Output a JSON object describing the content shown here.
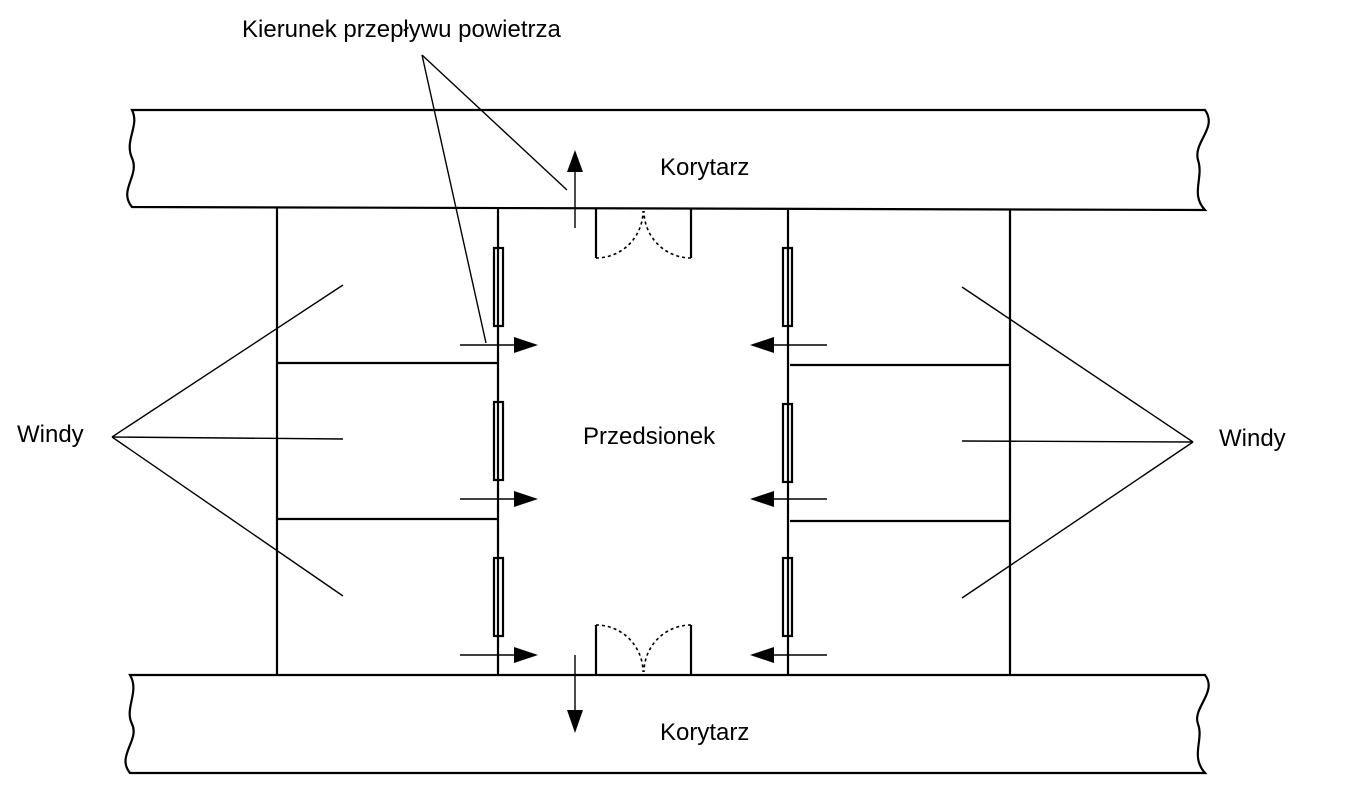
{
  "labels": {
    "airflow": "Kierunek przepływu powietrza",
    "corridor_top": "Korytarz",
    "corridor_bottom": "Korytarz",
    "vestibule": "Przedsionek",
    "elevators_left": "Windy",
    "elevators_right": "Windy"
  }
}
